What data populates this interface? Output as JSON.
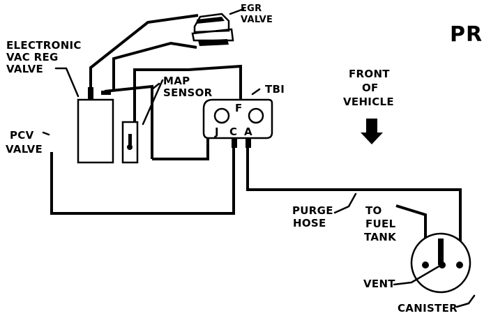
{
  "labels": {
    "corner_tag": "PR",
    "egr_valve_line1": "EGR",
    "egr_valve_line2": "VALVE",
    "electronic_line1": "ELECTRONIC",
    "electronic_line2": "VAC REG",
    "electronic_line3": "VALVE",
    "map_line1": "MAP",
    "map_line2": "SENSOR",
    "tbi": "TBI",
    "front_line1": "FRONT",
    "front_line2": "OF",
    "front_line3": "VEHICLE",
    "pcv_line1": "PCV",
    "pcv_line2": "VALVE",
    "port_f": "F",
    "port_j": "J",
    "port_c": "C",
    "port_a": "A",
    "purge_line1": "PURGE",
    "purge_line2": "HOSE",
    "fuel_line1": "TO",
    "fuel_line2": "FUEL",
    "fuel_line3": "TANK",
    "vent": "VENT",
    "canister": "CANISTER"
  }
}
